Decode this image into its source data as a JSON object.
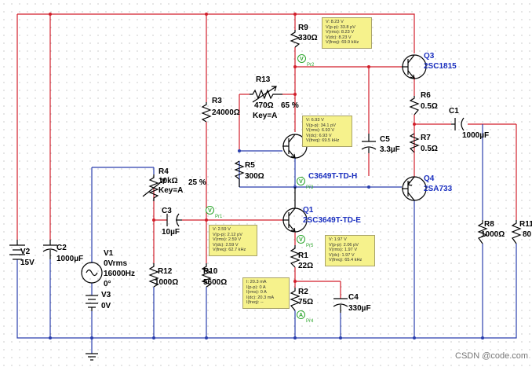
{
  "colors": {
    "wire_red": "#d21f2b",
    "wire_blue": "#2a3fae",
    "part": "#000000",
    "probe_green": "#2ba52b",
    "probe_box": "#f6f28c",
    "transistor_label": "#1a2fbf"
  },
  "components": {
    "v2": {
      "name": "V2",
      "value": "15V"
    },
    "c2": {
      "name": "C2",
      "value": "1000µF"
    },
    "v1": {
      "name": "V1",
      "v1": "0Vrms",
      "v2": "16000Hz",
      "v3": "0°"
    },
    "v3": {
      "name": "V3",
      "value": "0V"
    },
    "r4": {
      "name": "R4",
      "value": "10kΩ",
      "key": "Key=A",
      "pct": "25 %"
    },
    "r12": {
      "name": "R12",
      "value": "1000Ω"
    },
    "r3": {
      "name": "R3",
      "value": "24000Ω"
    },
    "r10": {
      "name": "R10",
      "value": "5600Ω"
    },
    "c3": {
      "name": "C3",
      "value": "10µF"
    },
    "r13": {
      "name": "R13",
      "value": "470Ω",
      "pct": "65 %",
      "key": "Key=A"
    },
    "r5": {
      "name": "R5",
      "value": "300Ω"
    },
    "r9": {
      "name": "R9",
      "value": "330Ω"
    },
    "q2": {
      "name": "C3649T-TD-H"
    },
    "q1": {
      "name": "Q1",
      "part": "2SC3649T-TD-E"
    },
    "r1": {
      "name": "R1",
      "value": "22Ω"
    },
    "r2": {
      "name": "R2",
      "value": "75Ω"
    },
    "c4": {
      "name": "C4",
      "value": "330µF"
    },
    "c5": {
      "name": "C5",
      "value": "3.3µF"
    },
    "q3": {
      "name": "Q3",
      "part": "2SC1815"
    },
    "r6": {
      "name": "R6",
      "value": "0.5Ω"
    },
    "r7": {
      "name": "R7",
      "value": "0.5Ω"
    },
    "q4": {
      "name": "Q4",
      "part": "2SA733"
    },
    "c1": {
      "name": "C1",
      "value": "1000µF"
    },
    "r8": {
      "name": "R8",
      "value": "1000Ω"
    },
    "r11": {
      "name": "R11",
      "value": "80"
    }
  },
  "probes": {
    "p1": {
      "tag": "Pr1",
      "lines": [
        "V: 2.59 V",
        "V(p-p): 2.12 pV",
        "V(rms): 2.59 V",
        "V(dc): 2.59 V",
        "V(freq): 62.7 kHz"
      ]
    },
    "p2": {
      "tag": "Pr2",
      "lines": [
        "V: 8.23 V",
        "V(p-p): 33.8 pV",
        "V(rms): 8.23 V",
        "V(dc): 8.23 V",
        "V(freq): 69.9 kHz"
      ]
    },
    "p3": {
      "tag": "Pr3",
      "lines": [
        "V: 6.93 V",
        "V(p-p): 34.1 pV",
        "V(rms): 6.93 V",
        "V(dc): 6.93 V",
        "V(freq): 69.5 kHz"
      ]
    },
    "p4": {
      "tag": "Pr4",
      "lines": [
        "I: 20.3 mA",
        "I(p-p): 0 A",
        "I(rms): 0 A",
        "I(dc): 20.3 mA",
        "I(freq): --"
      ]
    },
    "p5": {
      "tag": "Pr5",
      "lines": [
        "V: 1.97 V",
        "V(p-p): 2.06 pV",
        "V(rms): 1.97 V",
        "V(dc): 1.97 V",
        "V(freq): 65.4 kHz"
      ]
    }
  },
  "watermark": "CSDN @code.com"
}
